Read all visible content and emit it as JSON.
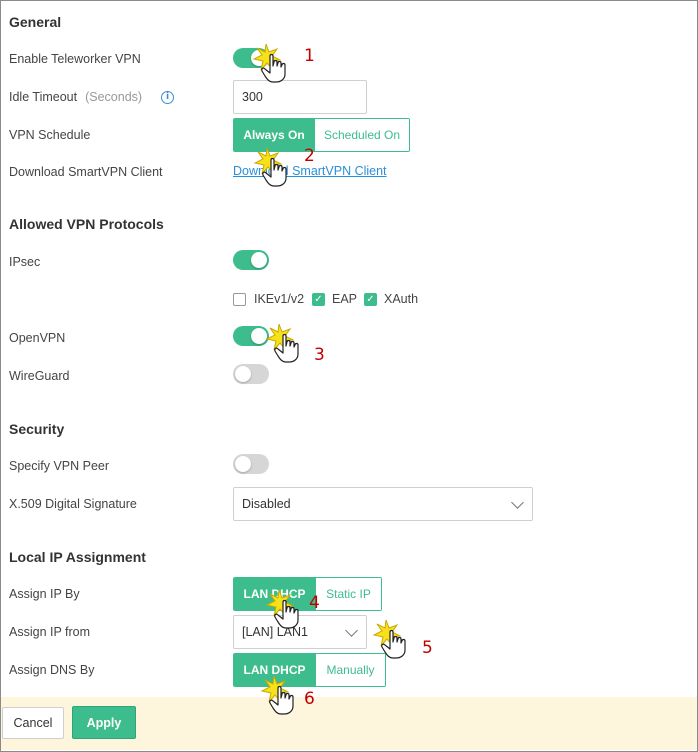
{
  "sections": {
    "general": "General",
    "protocols": "Allowed VPN Protocols",
    "security": "Security",
    "local_ip": "Local IP Assignment"
  },
  "general": {
    "teleworker_label": "Enable Teleworker VPN",
    "teleworker_on": true,
    "idle_label": "Idle Timeout",
    "idle_unit": "(Seconds)",
    "idle_value": "300",
    "schedule_label": "VPN Schedule",
    "schedule_options": [
      "Always On",
      "Scheduled On"
    ],
    "download_label": "Download SmartVPN Client",
    "download_link": "Download SmartVPN Client"
  },
  "protocols": {
    "ipsec_label": "IPsec",
    "ipsec_on": true,
    "ikev_label": "IKEv1/v2",
    "ikev_checked": false,
    "eap_label": "EAP",
    "eap_checked": true,
    "xauth_label": "XAuth",
    "xauth_checked": true,
    "openvpn_label": "OpenVPN",
    "openvpn_on": true,
    "wireguard_label": "WireGuard",
    "wireguard_on": false
  },
  "security": {
    "peer_label": "Specify VPN Peer",
    "peer_on": false,
    "x509_label": "X.509 Digital Signature",
    "x509_value": "Disabled"
  },
  "local_ip": {
    "assign_by_label": "Assign IP By",
    "assign_by_options": [
      "LAN DHCP",
      "Static IP"
    ],
    "assign_from_label": "Assign IP from",
    "assign_from_value": "[LAN] LAN1",
    "dns_label": "Assign DNS By",
    "dns_options": [
      "LAN DHCP",
      "Manually"
    ]
  },
  "footer": {
    "cancel": "Cancel",
    "apply": "Apply"
  },
  "callouts": [
    "1",
    "2",
    "3",
    "4",
    "5",
    "6"
  ],
  "colors": {
    "accent": "#3dbd8d",
    "link": "#2a8fd8",
    "callout": "#c00000",
    "footer_bg": "#fdf5dc"
  },
  "icons": {
    "info": "info-icon",
    "chevron": "chevron-down-icon",
    "check": "checkmark-icon",
    "pointer": "hand-pointer-icon"
  }
}
